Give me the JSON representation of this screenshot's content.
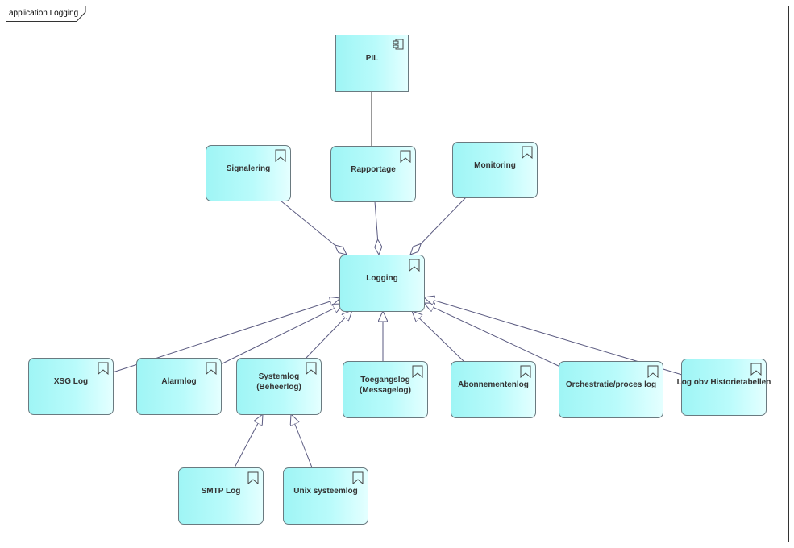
{
  "diagram": {
    "frame_label": "application Logging",
    "nodes": {
      "pil": "PIL",
      "signalering": "Signalering",
      "rapportage": "Rapportage",
      "monitoring": "Monitoring",
      "logging": "Logging",
      "xsg_log": "XSG Log",
      "alarmlog": "Alarmlog",
      "systemlog": "Systemlog (Beheerlog)",
      "toegangslog": "Toegangslog (Messagelog)",
      "abonnementenlog": "Abonnementenlog",
      "orchestratie": "Orchestratie/proces log",
      "historietabellen": "Log obv Historietabellen",
      "smtp_log": "SMTP Log",
      "unix_systeemlog": "Unix systeemlog"
    },
    "icons": {
      "component": "component-icon",
      "service": "bookmark-icon"
    },
    "colors": {
      "node_fill": "#b9fbfb",
      "node_border": "#6a7a80",
      "edge": "#5a5a80"
    }
  }
}
